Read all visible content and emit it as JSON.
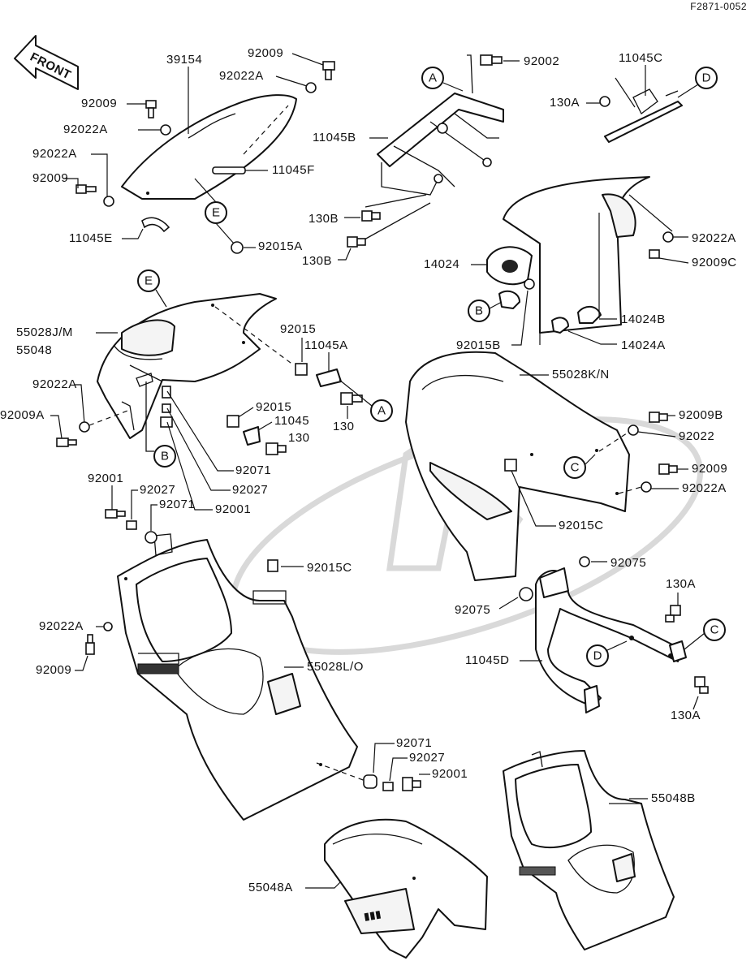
{
  "diagram_code": "F2871-0052",
  "front_label": "FRONT",
  "callouts": {
    "A": "A",
    "B": "B",
    "C": "C",
    "D": "D",
    "E": "E"
  },
  "parts": {
    "p39154": "39154",
    "p92009": "92009",
    "p92022A": "92022A",
    "p92002": "92002",
    "p11045C": "11045C",
    "p130A": "130A",
    "p11045B": "11045B",
    "p11045F": "11045F",
    "p11045E": "11045E",
    "p92015A": "92015A",
    "p130B": "130B",
    "p14024": "14024",
    "p92009C": "92009C",
    "p14024B": "14024B",
    "p14024A": "14024A",
    "p92015B": "92015B",
    "p55028JM": "55028J/M",
    "p55048": "55048",
    "p92015": "92015",
    "p11045A": "11045A",
    "p92009A": "92009A",
    "p130": "130",
    "p11045": "11045",
    "p92071": "92071",
    "p92027": "92027",
    "p92001": "92001",
    "p55028KN": "55028K/N",
    "p92009B": "92009B",
    "p92022": "92022",
    "p92015C": "92015C",
    "p92075": "92075",
    "p11045D": "11045D",
    "p55028LO": "55028L/O",
    "p55048B": "55048B",
    "p55048A": "55048A"
  }
}
